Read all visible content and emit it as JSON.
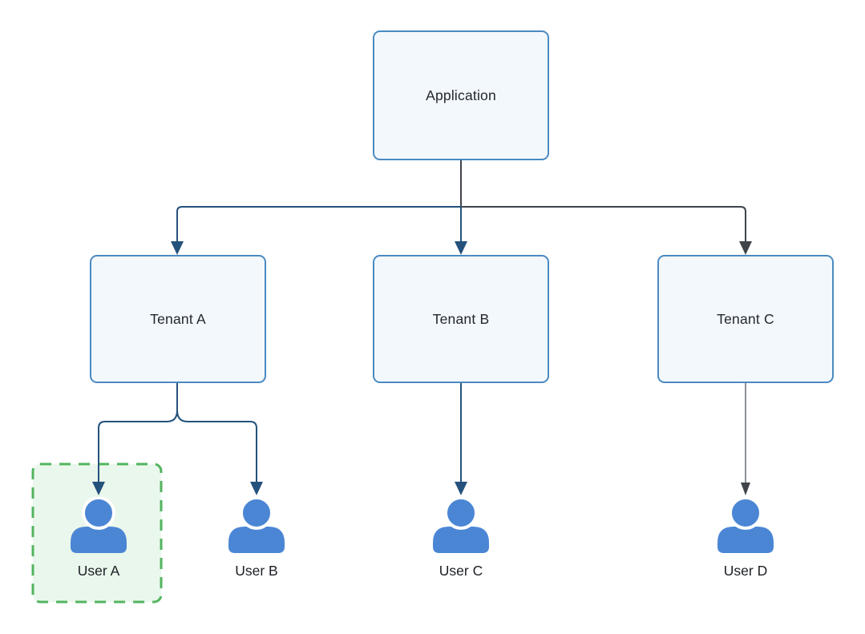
{
  "diagram": {
    "type": "hierarchy",
    "nodes": {
      "application": {
        "label": "Application",
        "kind": "box"
      },
      "tenant_a": {
        "label": "Tenant A",
        "kind": "box"
      },
      "tenant_b": {
        "label": "Tenant B",
        "kind": "box"
      },
      "tenant_c": {
        "label": "Tenant C",
        "kind": "box"
      },
      "user_a": {
        "label": "User A",
        "kind": "person",
        "highlighted": true
      },
      "user_b": {
        "label": "User B",
        "kind": "person",
        "highlighted": false
      },
      "user_c": {
        "label": "User C",
        "kind": "person",
        "highlighted": false
      },
      "user_d": {
        "label": "User D",
        "kind": "person",
        "highlighted": false
      }
    },
    "edges": [
      {
        "from": "application",
        "to": "tenant_a",
        "color": "navy"
      },
      {
        "from": "application",
        "to": "tenant_b",
        "color": "navy"
      },
      {
        "from": "application",
        "to": "tenant_c",
        "color": "gray"
      },
      {
        "from": "tenant_a",
        "to": "user_a",
        "color": "navy"
      },
      {
        "from": "tenant_a",
        "to": "user_b",
        "color": "navy"
      },
      {
        "from": "tenant_b",
        "to": "user_c",
        "color": "navy"
      },
      {
        "from": "tenant_c",
        "to": "user_d",
        "color": "gray"
      }
    ],
    "colors": {
      "box_border": "#4a8ac2",
      "box_fill": "#f3f8fd",
      "edge_navy": "#24527c",
      "edge_gray": "#3f444b",
      "person_blue": "#4b86d5",
      "highlight_border": "#52b45f",
      "highlight_fill": "#eaf7ec",
      "text": "#23272e",
      "background": "#ffffff"
    }
  }
}
